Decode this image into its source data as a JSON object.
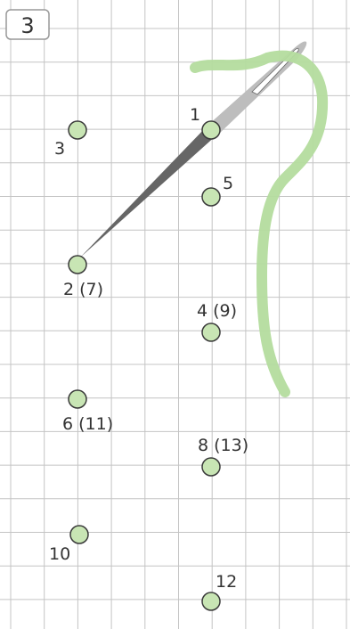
{
  "step": {
    "number": "3"
  },
  "colors": {
    "grid": "#c4c4c4",
    "hole_fill": "#c8e5b4",
    "hole_stroke": "#3a3a3a",
    "thread": "#b4dc9e",
    "needle_dark": "#666666",
    "needle_light": "#bdbdbd",
    "badge_border": "#999999"
  },
  "holes": [
    {
      "id": "hole-1",
      "label": "1"
    },
    {
      "id": "hole-3",
      "label": "3"
    },
    {
      "id": "hole-5",
      "label": "5"
    },
    {
      "id": "hole-2-7",
      "label": "2 (7)"
    },
    {
      "id": "hole-4-9",
      "label": "4 (9)"
    },
    {
      "id": "hole-6-11",
      "label": "6 (11)"
    },
    {
      "id": "hole-8-13",
      "label": "8 (13)"
    },
    {
      "id": "hole-10",
      "label": "10"
    },
    {
      "id": "hole-12",
      "label": "12"
    }
  ],
  "needle": {
    "icon": "needle-icon"
  },
  "thread": {
    "icon": "thread-icon"
  }
}
